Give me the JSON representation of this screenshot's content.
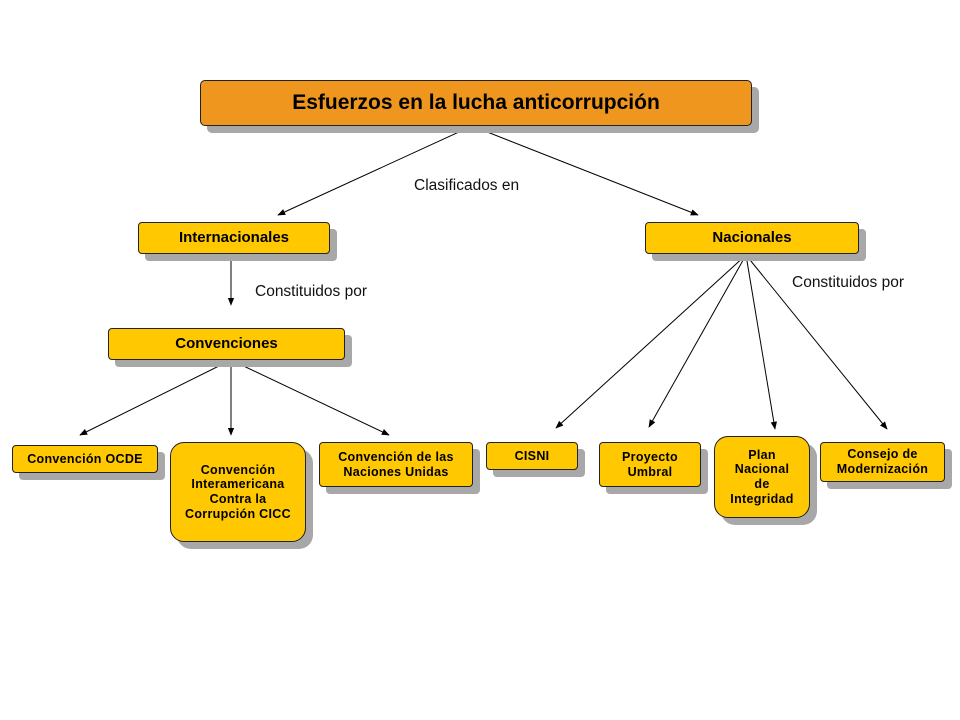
{
  "root": {
    "label": "Esfuerzos en la lucha anticorrupción"
  },
  "link_root": "Clasificados en",
  "internacionales": {
    "label": "Internacionales",
    "link": "Constituidos por",
    "convenciones": {
      "label": "Convenciones",
      "children": [
        "Convención OCDE",
        "Convención Interamericana Contra la Corrupción CICC",
        "Convención de las Naciones Unidas"
      ]
    }
  },
  "nacionales": {
    "label": "Nacionales",
    "link": "Constituidos por",
    "children": [
      "CISNI",
      "Proyecto Umbral",
      "Plan Nacional de Integridad",
      "Consejo de Modernización"
    ]
  },
  "colors": {
    "root_fill": "#ee961e",
    "node_fill": "#ffc800",
    "shadow": "#a8a8a8",
    "line": "#000000"
  }
}
